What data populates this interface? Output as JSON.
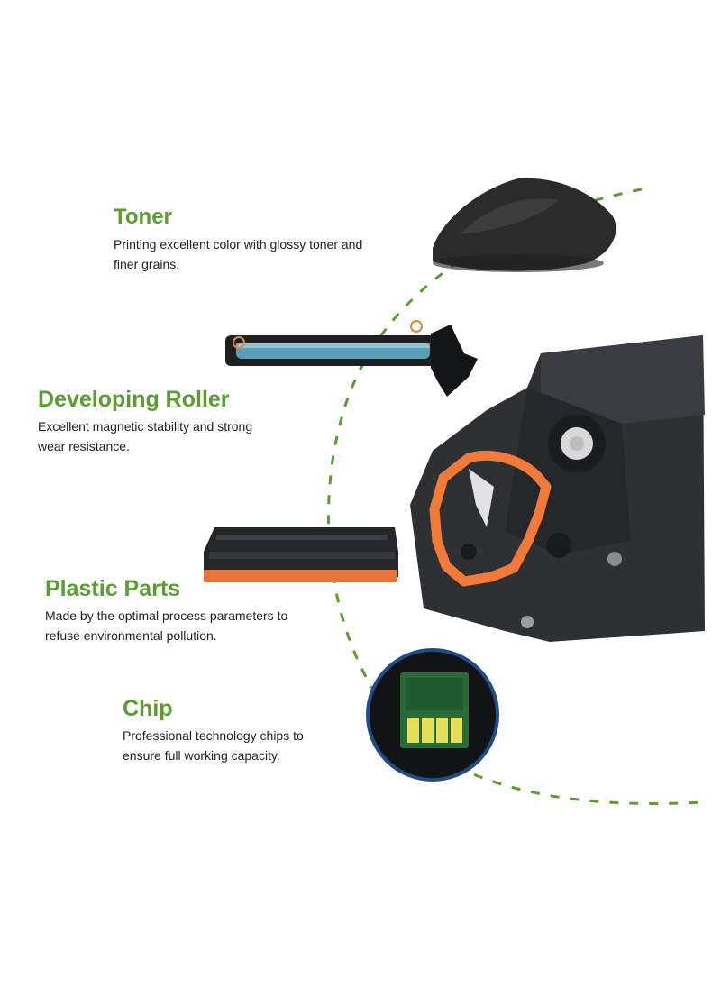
{
  "features": {
    "toner": {
      "title": "Toner",
      "desc_line1": "Printing excellent color with glossy toner and",
      "desc_line2": "finer grains."
    },
    "developing_roller": {
      "title": "Developing Roller",
      "desc_line1": "Excellent magnetic stability and strong",
      "desc_line2": "wear resistance."
    },
    "plastic_parts": {
      "title": "Plastic Parts",
      "desc_line1": "Made by the optimal process parameters to",
      "desc_line2": "refuse environmental pollution."
    },
    "chip": {
      "title": "Chip",
      "desc_line1": "Professional technology chips to",
      "desc_line2": "ensure full working capacity."
    }
  },
  "colors": {
    "accent_green": "#5a9e32",
    "text": "#222222",
    "cartridge_dark": "#2e3034",
    "gear_orange": "#f07a3a",
    "chip_ring": "#1f4d88"
  },
  "icons": [
    "toner-powder-icon",
    "developing-roller-icon",
    "cartridge-icon",
    "chip-icon",
    "toner-cartridge-main-icon"
  ]
}
